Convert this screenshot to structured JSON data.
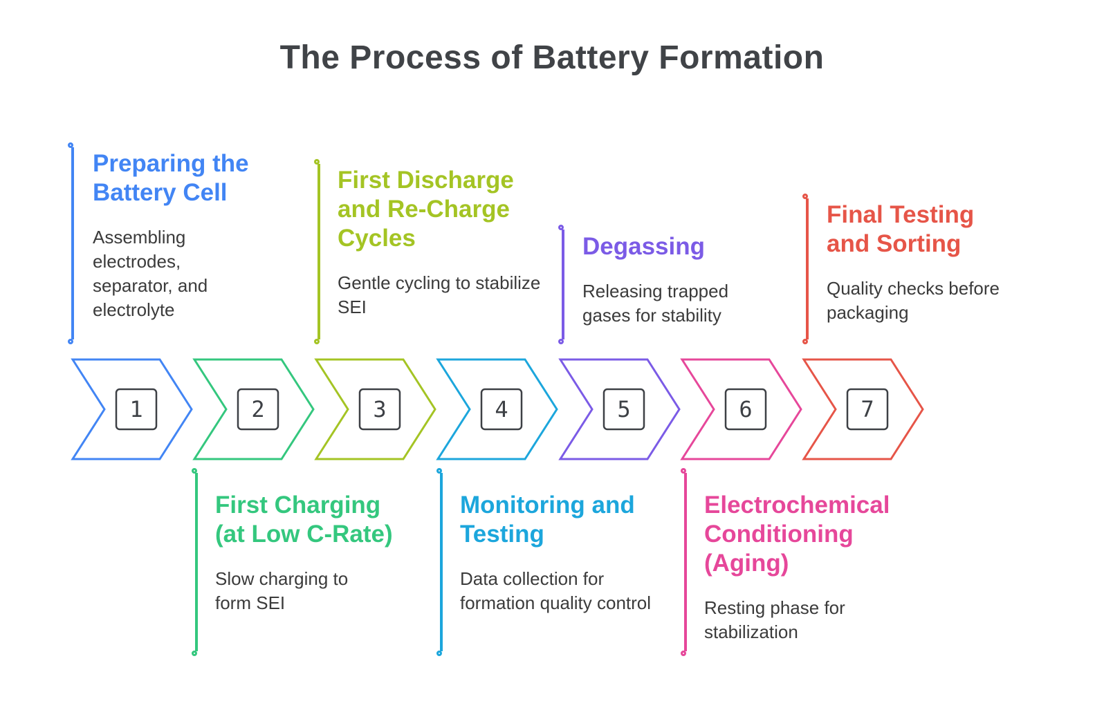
{
  "title": "The Process of Battery Formation",
  "colors": {
    "background": "#ffffff",
    "title_text": "#404347",
    "body_text": "#3b3b3b",
    "number_box": "#3d4045"
  },
  "steps": [
    {
      "number": "1",
      "label_position": "above",
      "color": "#4285f4",
      "heading": "Preparing the Battery Cell",
      "description": "Assembling electrodes, separator, and electrolyte"
    },
    {
      "number": "2",
      "label_position": "below",
      "color": "#34c77e",
      "heading": "First Charging (at Low C-Rate)",
      "description": "Slow charging to form SEI"
    },
    {
      "number": "3",
      "label_position": "above",
      "color": "#a4c424",
      "heading": "First Discharge and Re-Charge Cycles",
      "description": "Gentle cycling to stabilize SEI"
    },
    {
      "number": "4",
      "label_position": "below",
      "color": "#1ca6dc",
      "heading": "Monitoring and Testing",
      "description": "Data collection for formation quality control"
    },
    {
      "number": "5",
      "label_position": "above",
      "color": "#7b5be6",
      "heading": "Degassing",
      "description": "Releasing trapped gases for stability"
    },
    {
      "number": "6",
      "label_position": "below",
      "color": "#e6479a",
      "heading": "Electrochemical Conditioning (Aging)",
      "description": "Resting phase for stabilization"
    },
    {
      "number": "7",
      "label_position": "above",
      "color": "#e65548",
      "heading": "Final Testing and Sorting",
      "description": "Quality checks before packaging"
    }
  ]
}
